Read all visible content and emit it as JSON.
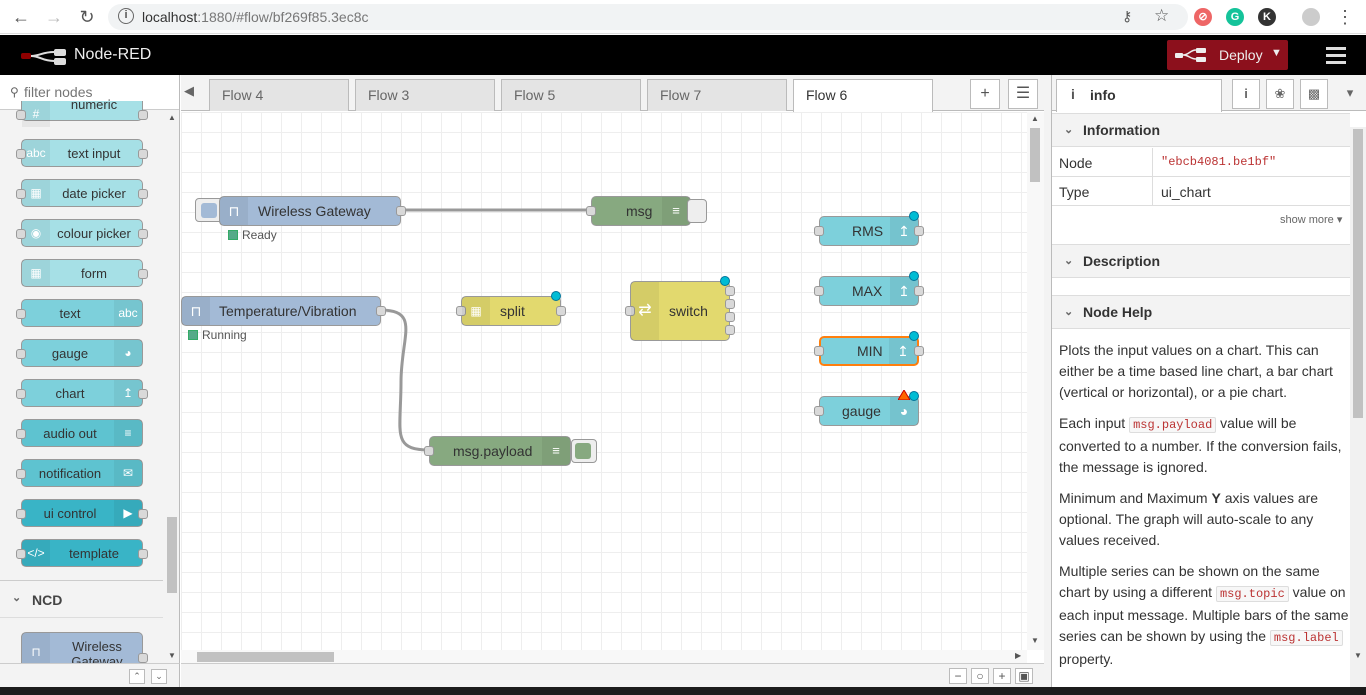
{
  "browser": {
    "url_host": "localhost",
    "url_rest": ":1880/#flow/bf269f85.3ec8c"
  },
  "header": {
    "app_title": "Node-RED",
    "deploy_label": "Deploy"
  },
  "palette": {
    "filter_placeholder": "filter nodes",
    "nodes": [
      {
        "label": "numeric",
        "color": "#a6e0e6"
      },
      {
        "label": "text input",
        "color": "#a6e0e6"
      },
      {
        "label": "date picker",
        "color": "#a6e0e6"
      },
      {
        "label": "colour picker",
        "color": "#a6e0e6"
      },
      {
        "label": "form",
        "color": "#a6e0e6"
      },
      {
        "label": "text",
        "color": "#7dd0db"
      },
      {
        "label": "gauge",
        "color": "#7dd0db"
      },
      {
        "label": "chart",
        "color": "#7dd0db"
      },
      {
        "label": "audio out",
        "color": "#5ec3d0"
      },
      {
        "label": "notification",
        "color": "#5ec3d0"
      },
      {
        "label": "ui control",
        "color": "#39b4c6"
      },
      {
        "label": "template",
        "color": "#39b4c6"
      }
    ],
    "category_ncd": "NCD",
    "ncd_node_label": "Wireless Gateway"
  },
  "tabs": [
    {
      "label": "Flow 4"
    },
    {
      "label": "Flow 3"
    },
    {
      "label": "Flow 5"
    },
    {
      "label": "Flow 7"
    },
    {
      "label": "Flow 6"
    }
  ],
  "flow": {
    "wireless_gateway": {
      "label": "Wireless Gateway",
      "status": "Ready"
    },
    "msg_debug": {
      "label": "msg"
    },
    "temp_vib": {
      "label": "Temperature/Vibration",
      "status": "Running"
    },
    "split": {
      "label": "split"
    },
    "switch": {
      "label": "switch"
    },
    "msg_payload": {
      "label": "msg.payload"
    },
    "rms": {
      "label": "RMS"
    },
    "max": {
      "label": "MAX"
    },
    "min": {
      "label": "MIN"
    },
    "gauge": {
      "label": "gauge"
    }
  },
  "sidebar": {
    "tab_label": "info",
    "information_header": "Information",
    "props": [
      {
        "key": "Node",
        "value": "\"ebcb4081.be1bf\""
      },
      {
        "key": "Type",
        "value": "ui_chart"
      }
    ],
    "show_more": "show more",
    "description_header": "Description",
    "help_header": "Node Help",
    "help": {
      "p1": "Plots the input values on a chart. This can either be a time based line chart, a bar chart (vertical or horizontal), or a pie chart.",
      "p2_a": "Each input ",
      "p2_code": "msg.payload",
      "p2_b": " value will be converted to a number. If the conversion fails, the message is ignored.",
      "p3_a": "Minimum and Maximum ",
      "p3_bold": "Y",
      "p3_b": " axis values are optional. The graph will auto-scale to any values received.",
      "p4_a": "Multiple series can be shown on the same chart by using a different ",
      "p4_code": "msg.topic",
      "p4_b": " value on each input message. Multiple bars of the same series can be shown by using the ",
      "p4_code2": "msg.label",
      "p4_c": " property."
    }
  }
}
